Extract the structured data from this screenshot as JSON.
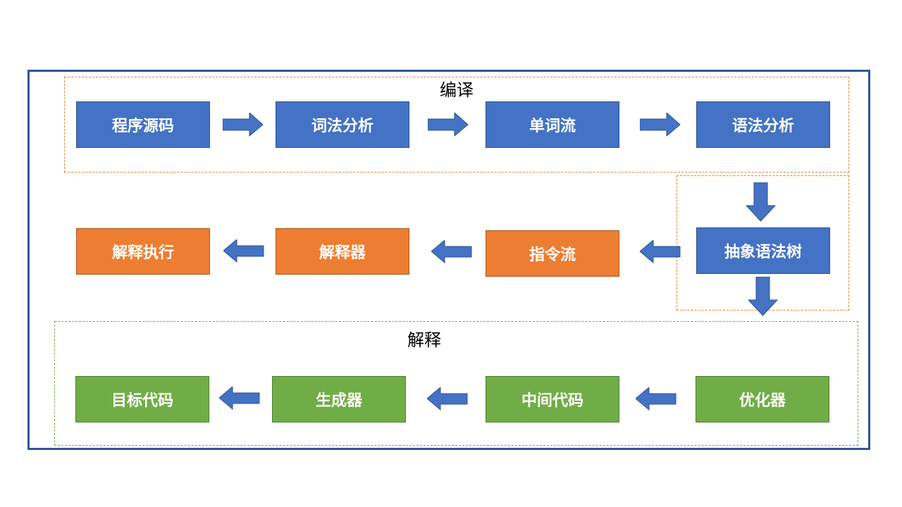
{
  "regions": {
    "compile_label": "编译",
    "interpret_label": "解释"
  },
  "nodes": {
    "source_code": "程序源码",
    "lexical_analysis": "词法分析",
    "token_stream": "单词流",
    "syntax_analysis": "语法分析",
    "ast": "抽象语法树",
    "instruction_stream": "指令流",
    "interpreter": "解释器",
    "interpret_execute": "解释执行",
    "optimizer": "优化器",
    "intermediate_code": "中间代码",
    "generator": "生成器",
    "target_code": "目标代码"
  },
  "colors": {
    "frame": "#2f5597",
    "blue": "#4472c4",
    "orange": "#ed7d31",
    "green": "#70ad47",
    "arrow": "#4472c4"
  }
}
